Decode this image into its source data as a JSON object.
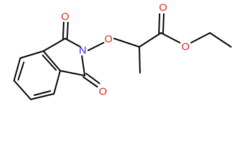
{
  "atoms": {
    "o_top": "O",
    "o_bottom": "O",
    "n": "N",
    "o_ether": "O",
    "o_carbonyl": "O",
    "o_ester": "O"
  },
  "colors": {
    "bond": "#000000",
    "oxygen": "#e0221a",
    "nitrogen": "#2b2bd6",
    "background": "#ffffff"
  }
}
